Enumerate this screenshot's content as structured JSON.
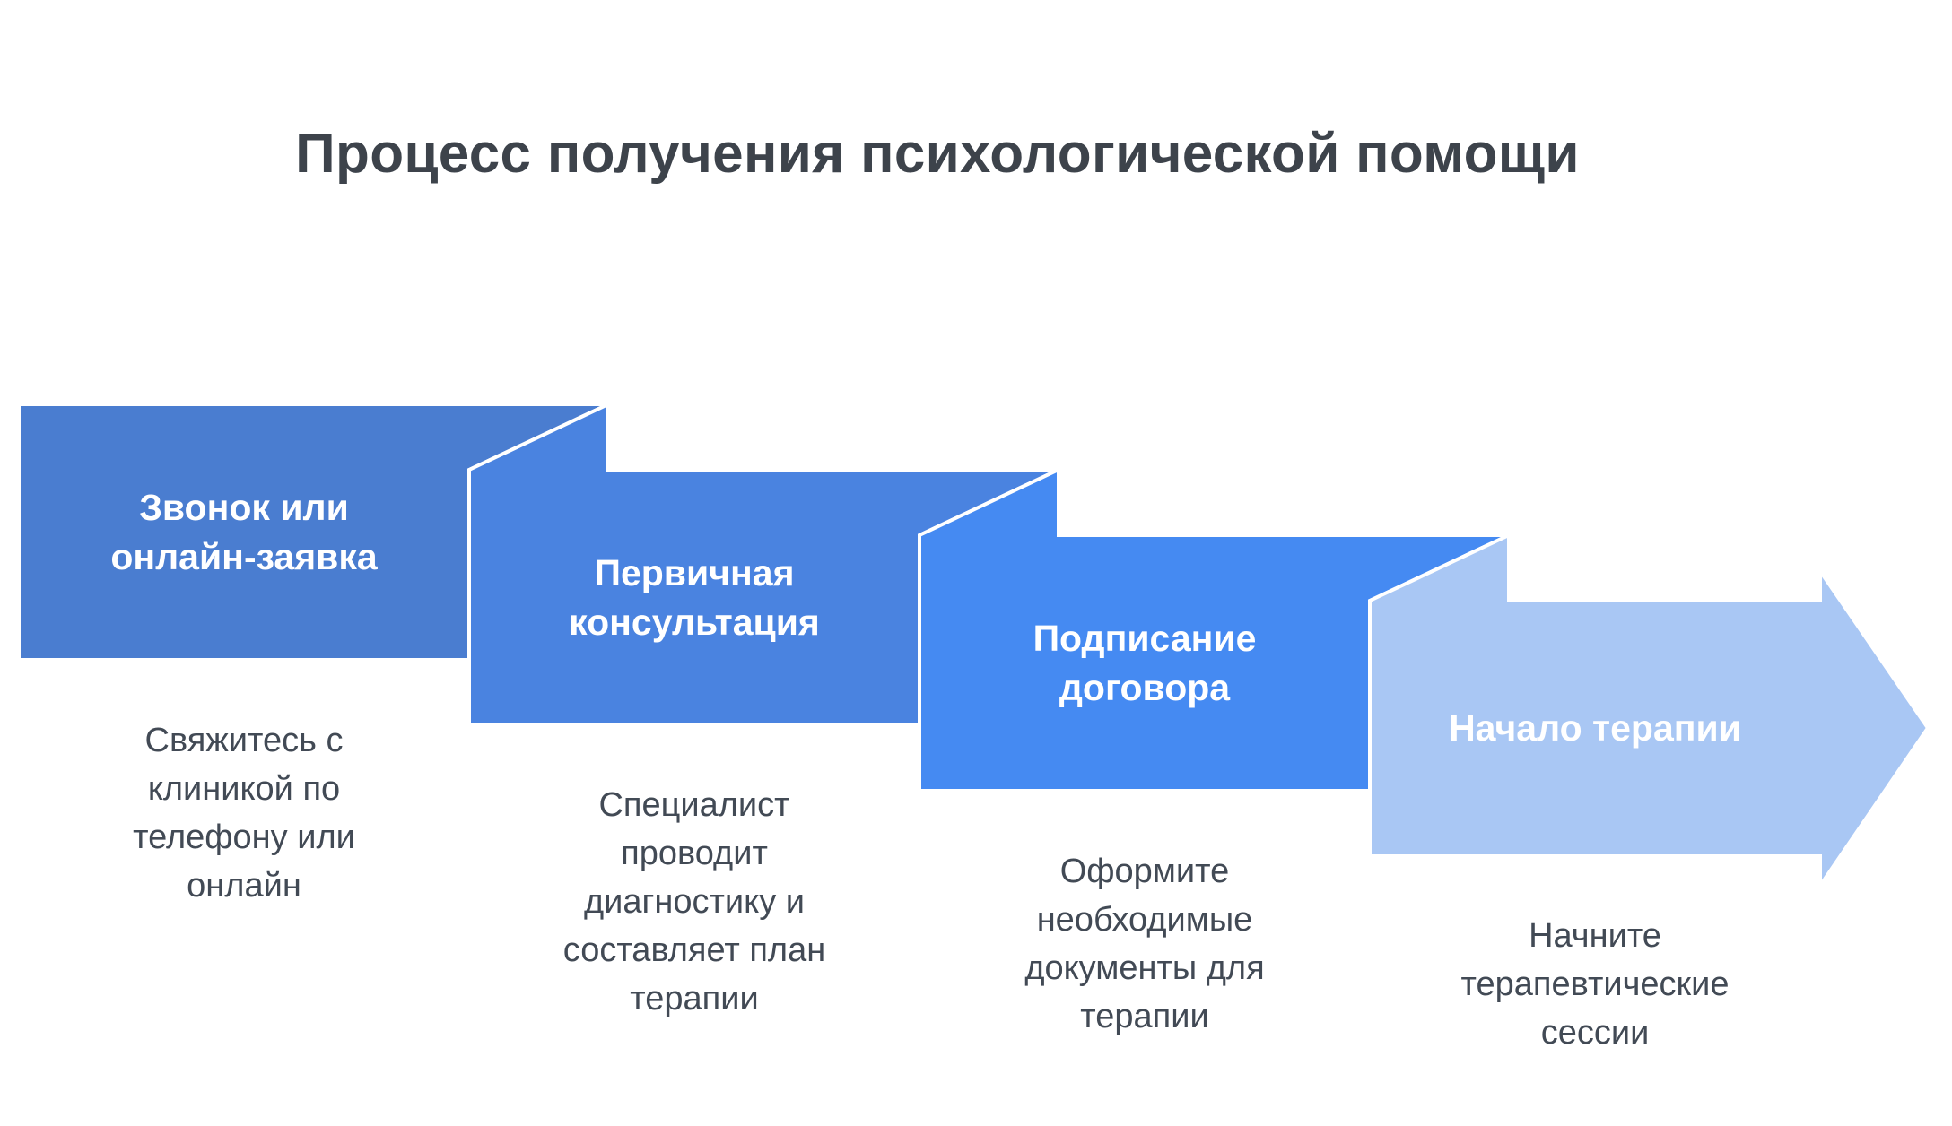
{
  "title": "Процесс получения психологической помощи",
  "colors": {
    "step1": "#4a7dd0",
    "step2": "#4a83e0",
    "step3": "#458af2",
    "step4": "#a9c7f4",
    "title_text": "#3d434b",
    "body_text": "#424a55",
    "label_text": "#ffffff"
  },
  "steps": [
    {
      "label": "Звонок или онлайн-заявка",
      "description": "Свяжитесь с клиникой по телефону или онлайн"
    },
    {
      "label": "Первичная консультация",
      "description": "Специалист проводит диагностику и составляет план терапии"
    },
    {
      "label": "Подписание договора",
      "description": "Оформите необходимые документы для терапии"
    },
    {
      "label": "Начало терапии",
      "description": "Начните терапевтические сессии"
    }
  ]
}
